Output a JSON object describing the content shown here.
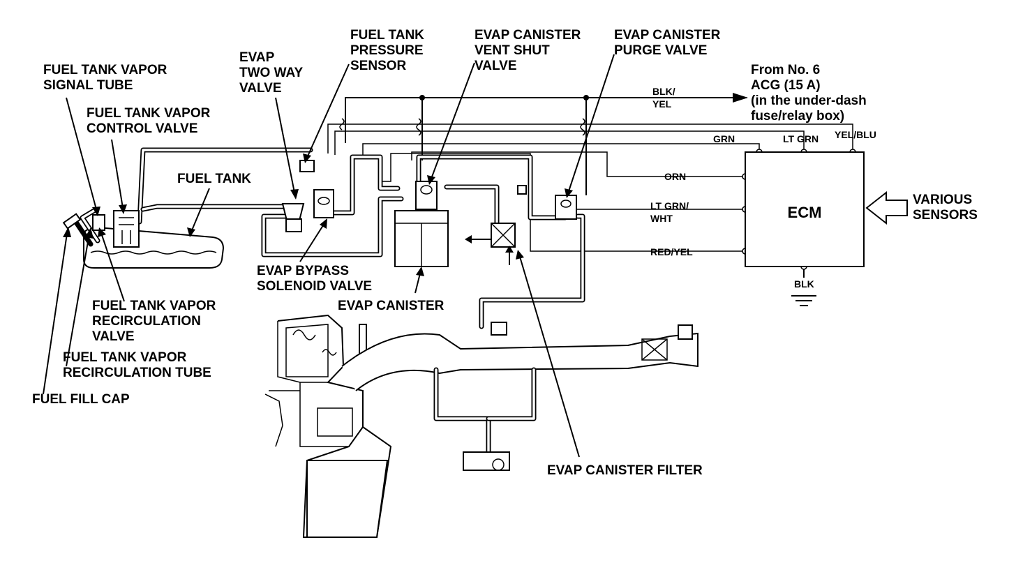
{
  "labels": {
    "fuel_tank_vapor_signal_tube": [
      "FUEL TANK VAPOR",
      "SIGNAL TUBE"
    ],
    "fuel_tank_vapor_control_valve": [
      "FUEL TANK VAPOR",
      "CONTROL VALVE"
    ],
    "evap_two_way_valve": [
      "EVAP",
      "TWO WAY",
      "VALVE"
    ],
    "fuel_tank_pressure_sensor": [
      "FUEL TANK",
      "PRESSURE",
      "SENSOR"
    ],
    "evap_canister_vent_shut_valve": [
      "EVAP CANISTER",
      "VENT SHUT",
      "VALVE"
    ],
    "evap_canister_purge_valve": [
      "EVAP CANISTER",
      "PURGE VALVE"
    ],
    "from_no6": [
      "From No. 6",
      "ACG (15 A)",
      "(in the under-dash",
      "fuse/relay box)"
    ],
    "fuel_tank": "FUEL TANK",
    "evap_bypass_solenoid_valve": [
      "EVAP BYPASS",
      "SOLENOID VALVE"
    ],
    "evap_canister": "EVAP CANISTER",
    "fuel_tank_vapor_recirculation_valve": [
      "FUEL TANK VAPOR",
      "RECIRCULATION",
      "VALVE"
    ],
    "fuel_tank_vapor_recirculation_tube": [
      "FUEL TANK VAPOR",
      "RECIRCULATION TUBE"
    ],
    "fuel_fill_cap": "FUEL FILL CAP",
    "evap_canister_filter": "EVAP CANISTER FILTER",
    "various_sensors": [
      "VARIOUS",
      "SENSORS"
    ],
    "ecm": "ECM"
  },
  "wires": {
    "blk_yel": [
      "BLK/",
      "YEL"
    ],
    "grn": "GRN",
    "lt_grn": "LT GRN",
    "yel_blu": "YEL/BLU",
    "orn": "ORN",
    "lt_grn_wht": [
      "LT GRN/",
      "WHT"
    ],
    "red_yel": "RED/YEL",
    "blk": "BLK"
  }
}
